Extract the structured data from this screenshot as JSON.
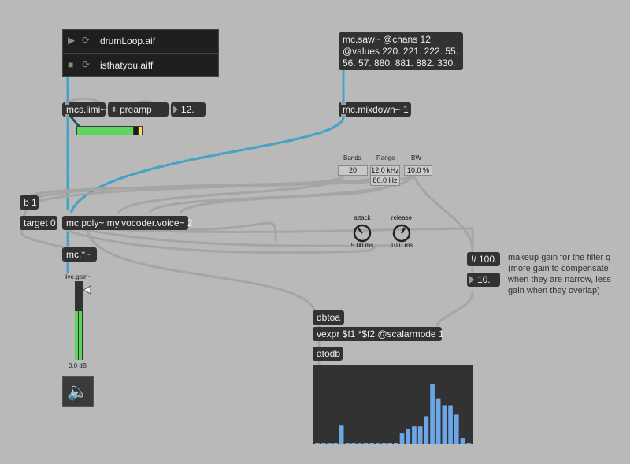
{
  "players": [
    {
      "file": "drumLoop.aif"
    },
    {
      "file": "isthatyou.aiff"
    }
  ],
  "objects": {
    "limiter": "mcs.limi~",
    "preamp_label": "preamp",
    "preamp_value": "12.",
    "saw_line1": "mc.saw~ @chans 12",
    "saw_line2": "@values 220. 221. 222. 55.",
    "saw_line3": "56. 57. 880. 881. 882. 330.",
    "mixdown": "mc.mixdown~ 1",
    "b1": "b 1",
    "target": "target 0",
    "poly": "mc.poly~ my.vocoder.voice~ 2",
    "mult": "mc.*~",
    "div": "!/ 100.",
    "num10": "10.",
    "dbtoa": "dbtoa",
    "vexpr": "vexpr $f1 *$f2 @scalarmode 1",
    "atodb": "atodb"
  },
  "params": {
    "bands_label": "Bands",
    "range_label": "Range",
    "bw_label": "BW",
    "bands": "20",
    "range_hi": "12.0 kHz",
    "range_lo": "80.0 Hz",
    "bw": "10.0 %"
  },
  "dials": {
    "attack_label": "attack",
    "attack_value": "5.00 ms",
    "release_label": "release",
    "release_value": "10.0 ms"
  },
  "gain": {
    "label": "live.gain~",
    "value": "0.0 dB"
  },
  "comment": {
    "line1": "makeup gain for the filter q",
    "line2": "(more gain to compensate",
    "line3": "when they are narrow, less",
    "line4": "gain when they overlap)"
  },
  "meter_level": 0.85,
  "multislider": {
    "range": [
      0,
      1
    ],
    "values": [
      0.02,
      0.02,
      0.02,
      0.02,
      0.24,
      0.02,
      0.02,
      0.02,
      0.02,
      0.02,
      0.02,
      0.02,
      0.02,
      0.02,
      0.14,
      0.2,
      0.23,
      0.23,
      0.36,
      0.77,
      0.59,
      0.5,
      0.5,
      0.38,
      0.08,
      0.02
    ]
  },
  "colors": {
    "background": "#b9b9b9",
    "object": "#323232",
    "text": "#f0f0f0",
    "patchcord": "#a5a5a5",
    "signal": "#3fa6d0",
    "meter": "#5cd65c",
    "bar": "#6ca6e6"
  }
}
